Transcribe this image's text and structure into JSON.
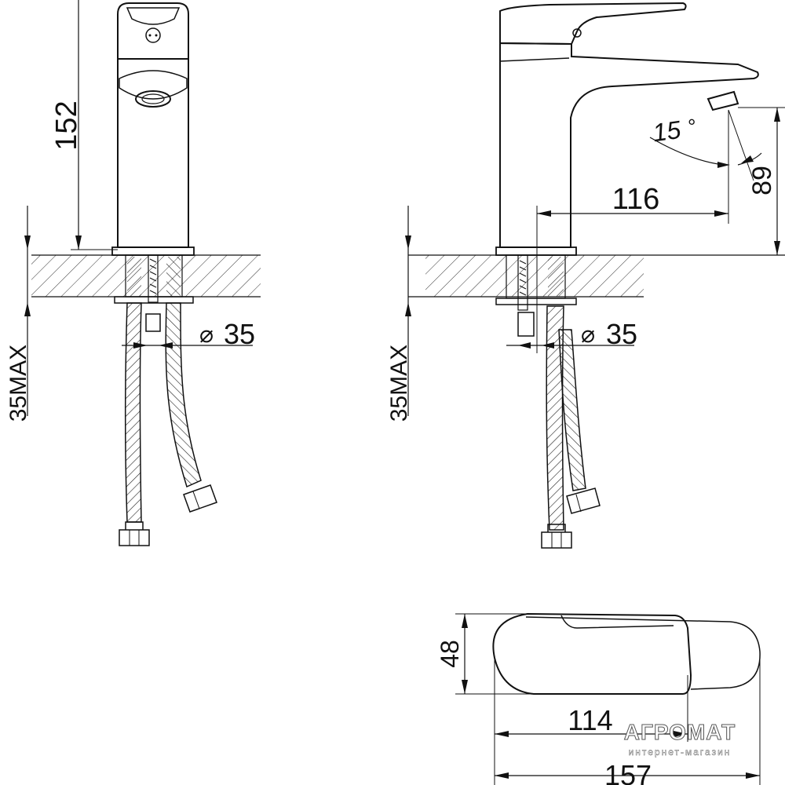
{
  "dimensions": {
    "front_height": "152",
    "front_thickness": "35MAX",
    "front_hole": "35",
    "side_reach": "116",
    "side_angle": "15",
    "side_degree_mark": "°",
    "side_spout_height": "89",
    "side_thickness": "35MAX",
    "side_hole": "35",
    "top_width": "48",
    "top_handle_length": "114",
    "top_total_length": "157",
    "diameter_symbol": "⌀"
  },
  "watermark": {
    "brand": "АГРОМАТ",
    "tagline": "интернет-магазин"
  },
  "colors": {
    "line": "#111111",
    "background": "#ffffff",
    "watermark": "#ffffff"
  }
}
